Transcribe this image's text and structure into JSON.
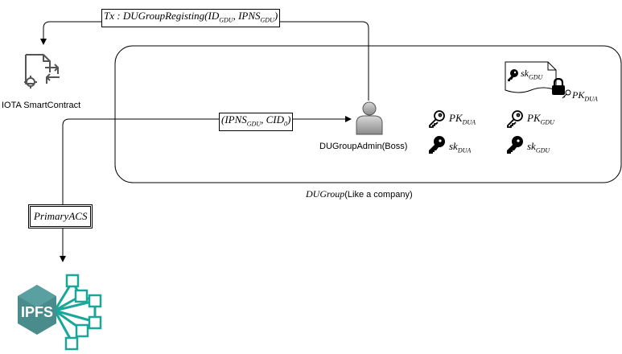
{
  "tx_edge": {
    "prefix": "Tx : DUGroupRegisting(ID",
    "sub1": "GDU",
    "mid": ", IPNS",
    "sub2": "GDU",
    "suffix": ")"
  },
  "contract": {
    "label": "IOTA SmartContract"
  },
  "ipns_edge": {
    "prefix": "(IPNS",
    "sub1": "GDU",
    "mid": ", CID",
    "sub2": "0",
    "suffix": ")"
  },
  "admin": {
    "label": "DUGroupAdmin(Boss)"
  },
  "group": {
    "name": "DUGroup",
    "suffix": "(Like a company)"
  },
  "acs": {
    "label": "PrimaryACS"
  },
  "ipfs": {
    "label": "IPFS"
  },
  "keys": {
    "pk_dua": {
      "base": "PK",
      "sub": "DUA"
    },
    "pk_gdu": {
      "base": "PK",
      "sub": "GDU"
    },
    "sk_dua": {
      "base": "sk",
      "sub": "DUA"
    },
    "sk_gdu": {
      "base": "sk",
      "sub": "GDU"
    }
  },
  "encrypted_doc": {
    "base": "sk",
    "sub": "GDU",
    "lock_base": "PK",
    "lock_sub": "DUA"
  },
  "colors": {
    "ipfs_hex": "#4a8b8b",
    "ipfs_network": "#1aa79a",
    "stroke": "#000000"
  }
}
